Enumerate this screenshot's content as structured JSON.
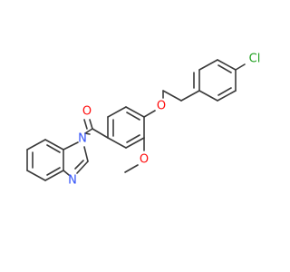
{
  "molecule": {
    "atoms": {
      "carbonyl_oxygen": {
        "text": "O",
        "color": "#ff0d0d"
      },
      "ether_oxygen": {
        "text": "O",
        "color": "#ff0d0d"
      },
      "methoxy_oxygen": {
        "text": "O",
        "color": "#ff0d0d"
      },
      "chlorine": {
        "text": "Cl",
        "color": "#1fa01f"
      },
      "imidazole_n1": {
        "text": "N",
        "color": "#3050f8"
      },
      "imidazole_n3": {
        "text": "N",
        "color": "#3050f8"
      }
    },
    "bond_color": "#3a3a3a"
  }
}
